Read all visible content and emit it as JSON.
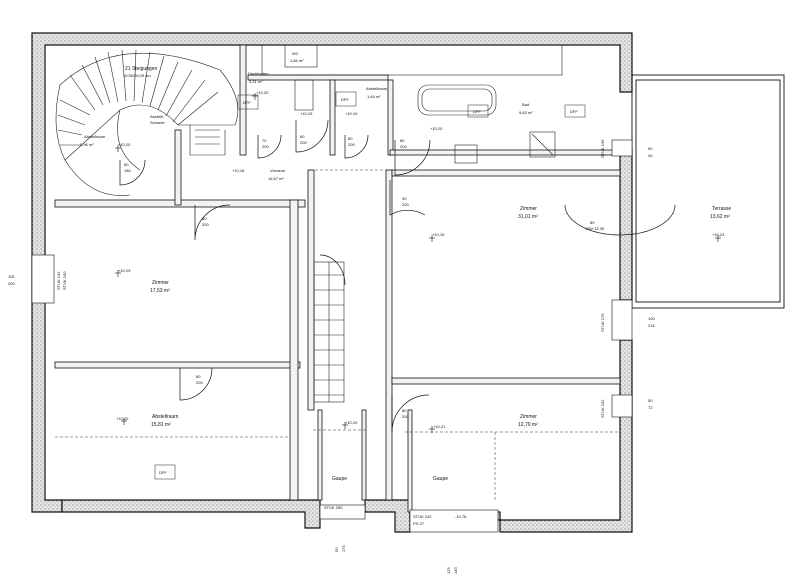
{
  "rooms": {
    "treppenhaus": {
      "name": "21 Steigungen",
      "dims": "16,50/26,09 cm"
    },
    "abstellraum_sw": {
      "name": "Abstellraum",
      "area": "2,96 m²",
      "level": "+10,20"
    },
    "abstellraum_s": {
      "name": "Abstellr.",
      "sub": "Schacht"
    },
    "dachboden": {
      "name": "Dachboden",
      "area": "3,21 m²",
      "level": "+10,20"
    },
    "wc": {
      "name": "WC",
      "area": "1,84 m²",
      "level": "+10,19"
    },
    "abstellraum_n": {
      "name": "Abstellraum",
      "area": "1,64 m²",
      "level": "+10,19"
    },
    "bad": {
      "name": "Bad",
      "area": "9,62 m²",
      "level": "+10,20"
    },
    "vorraum": {
      "name": "Vorraum",
      "area": "16,67 m²",
      "level": "+10,18"
    },
    "zimmer_west": {
      "name": "Zimmer",
      "area": "17,53 m²",
      "level": "+10,29"
    },
    "zimmer_ost": {
      "name": "Zimmer",
      "area": "31,01 m²",
      "level": "+10,19"
    },
    "terrasse": {
      "name": "Terrasse",
      "area": "13,62 m²",
      "level": "+10,23"
    },
    "abstellraum_sw2": {
      "name": "Abstellraum",
      "area": "15,81 m²",
      "level": "+10,20"
    },
    "zimmer_so": {
      "name": "Zimmer",
      "area": "12,70 m²",
      "level": "+10,21"
    },
    "gaupe_1": {
      "name": "Gaupe",
      "level": "+10,20"
    },
    "gaupe_2": {
      "name": "Gaupe"
    }
  },
  "tags": {
    "dfp_1": "DFF",
    "dfp_2": "DFF",
    "dfp_3": "DFF",
    "dfp_4": "DFF",
    "dfp_5": "DFF"
  },
  "doors": {
    "d_abst": [
      "60",
      "180"
    ],
    "d_dach": [
      "70",
      "200"
    ],
    "d_wc": [
      "60",
      "200"
    ],
    "d_abn": [
      "80",
      "200"
    ],
    "d_bad": [
      "80",
      "200"
    ],
    "d_zimmer_w": [
      "80",
      "200"
    ],
    "d_zimmer_o": [
      "90",
      "200"
    ],
    "d_terr": [
      "89",
      "155+13,35"
    ],
    "d_zimmer_so": [
      "80",
      "200"
    ],
    "d_gaupe": [
      "80",
      "200"
    ]
  },
  "windows": {
    "w_west": [
      "STUK 142",
      "STUK 100"
    ],
    "w_west_ext": [
      "115",
      "200"
    ],
    "w_ne1": [
      "STUK 136"
    ],
    "w_ne1_ext": [
      "50",
      "40"
    ],
    "w_e1": [
      "STUK 179"
    ],
    "w_e1_ext": [
      "100",
      "216"
    ],
    "w_e2": [
      "STUK 102"
    ],
    "w_e2_ext": [
      "50",
      "72"
    ],
    "w_s_mid": [
      "STUK 250"
    ],
    "w_s_mid_ext": [
      "50",
      "175"
    ],
    "w_s_right": [
      "STUK 242",
      "-10,76",
      "PH 27"
    ],
    "w_s_right_ext": [
      "125",
      "149"
    ]
  }
}
